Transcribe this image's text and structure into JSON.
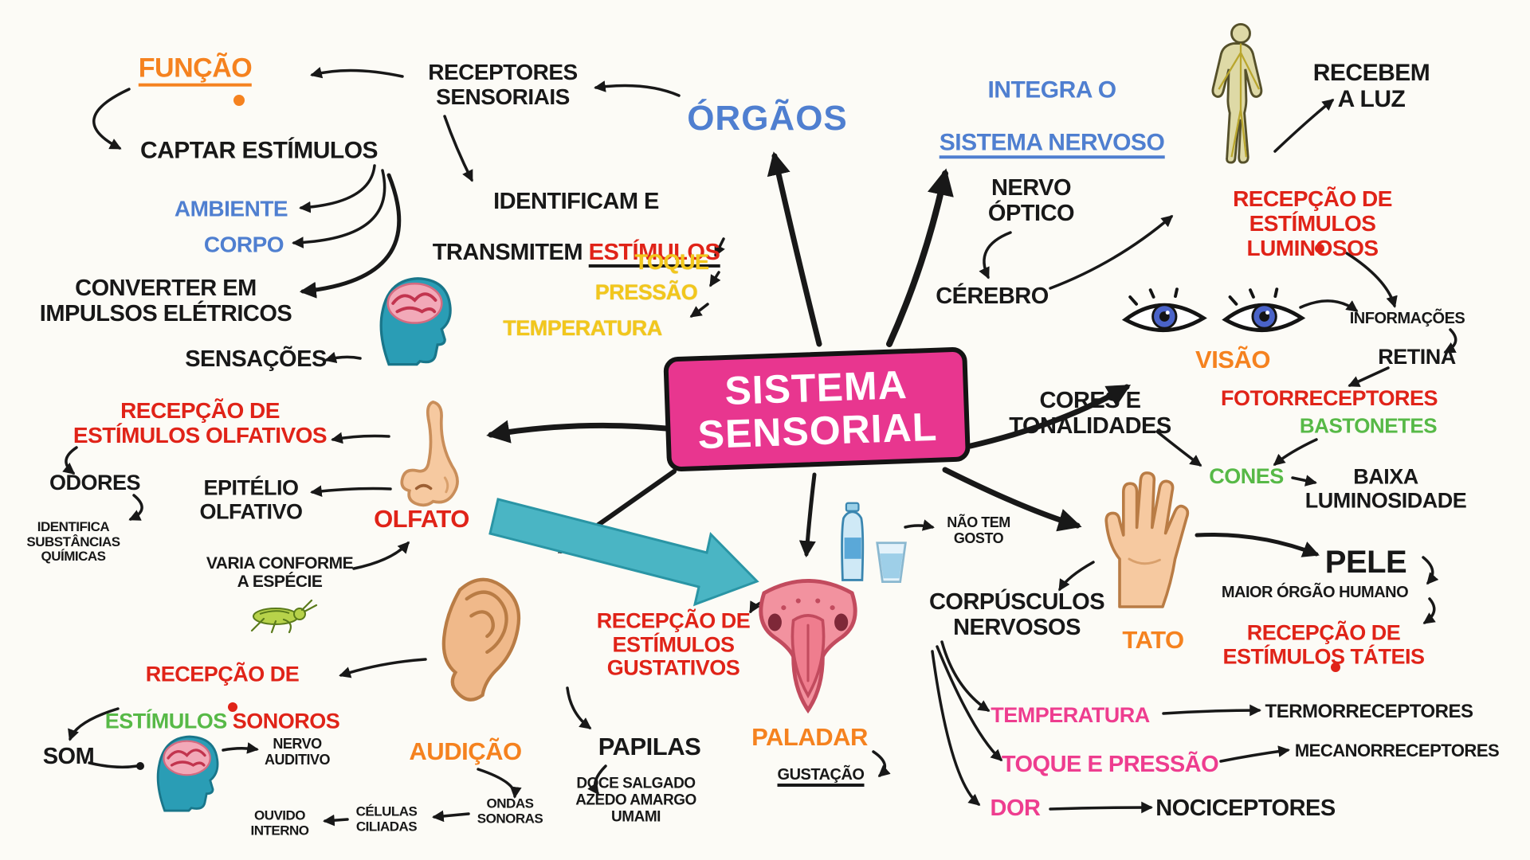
{
  "title": "SISTEMA\nSENSORIAL",
  "colors": {
    "red": "#e02318",
    "orange": "#f5821f",
    "blue": "#4f7fd0",
    "yellow": "#f2c71c",
    "green": "#57b947",
    "pink": "#ee3d8f",
    "title-bg": "#e8368f",
    "teal": "#4ab5c4",
    "ink": "#181818"
  },
  "nodes": {
    "funcao": "FUNÇÃO",
    "captar": "CAPTAR ESTÍMULOS",
    "receptores": "RECEPTORES\nSENSORIAIS",
    "orgaos": "ÓRGÃOS",
    "integra_line1": "INTEGRA O",
    "integra_line2": "SISTEMA NERVOSO",
    "recebem": "RECEBEM\nA LUZ",
    "ambiente": "AMBIENTE",
    "corpo": "CORPO",
    "identificam_line1": "IDENTIFICAM E",
    "identificam_line2": "TRANSMITEM",
    "identificam_estimulos": "ESTÍMULOS",
    "toque": "TOQUE",
    "pressao": "PRESSÃO",
    "temperatura": "TEMPERATURA",
    "converter": "CONVERTER EM\nIMPULSOS ELÉTRICOS",
    "sensacoes": "SENSAÇÕES",
    "nervo_optico": "NERVO\nÓPTICO",
    "cerebro": "CÉREBRO",
    "recepcao_luminosos": "RECEPÇÃO DE\nESTÍMULOS LUMINOSOS",
    "informacoes": "INFORMAÇÕES",
    "retina": "RETINA",
    "visao": "VISÃO",
    "fotorreceptores": "FOTORRECEPTORES",
    "bastonetes": "BASTONETES",
    "cones": "CONES",
    "baixa_luminosidade": "BAIXA\nLUMINOSIDADE",
    "cores_tonalidades": "CORES E\nTONALIDADES",
    "recepcao_olfativos": "RECEPÇÃO DE\nESTÍMULOS OLFATIVOS",
    "odores": "ODORES",
    "epitelio_olfativo": "EPITÉLIO\nOLFATIVO",
    "olfato": "OLFATO",
    "identifica_substancias": "IDENTIFICA\nSUBSTÂNCIAS\nQUÍMICAS",
    "varia_especie": "VARIA CONFORME\nA ESPÉCIE",
    "nao_tem_gosto": "NÃO TEM\nGOSTO",
    "corpusculos_nervosos": "CORPÚSCULOS\nNERVOSOS",
    "tato": "TATO",
    "pele": "PELE",
    "maior_orgao_humano": "MAIOR ÓRGÃO HUMANO",
    "recepcao_tateis": "RECEPÇÃO DE\nESTÍMULOS TÁTEIS",
    "recepcao_gustativos": "RECEPÇÃO DE\nESTÍMULOS\nGUSTATIVOS",
    "paladar": "PALADAR",
    "gustacao": "GUSTAÇÃO",
    "papilas": "PAPILAS",
    "sabores": "DOCE SALGADO\nAZEDO AMARGO\nUMAMI",
    "sonoros_line1": "RECEPÇÃO DE",
    "sonoros_estimulos": "ESTÍMULOS",
    "sonoros_sonoros": "SONOROS",
    "som": "SOM",
    "nervo_auditivo": "NERVO\nAUDITIVO",
    "audicao": "AUDIÇÃO",
    "ouvido_interno": "OUVIDO\nINTERNO",
    "celulas_ciliadas": "CÉLULAS\nCILIADAS",
    "ondas_sonoras": "ONDAS\nSONORAS",
    "temperatura_tato": "TEMPERATURA",
    "termorreceptores": "TERMORRECEPTORES",
    "toque_e_pressao": "TOQUE E PRESSÃO",
    "mecanorreceptores": "MECANORRECEPTORES",
    "dor": "DOR",
    "nociceptores": "NOCICEPTORES"
  },
  "icons": [
    "brain-head-icon",
    "nose-icon",
    "ear-icon",
    "eyes-icon",
    "human-body-nervous-system-icon",
    "tongue-mouth-icon",
    "hand-icon",
    "cricket-icon",
    "water-bottle-and-glass-icon",
    "brain-head-icon"
  ]
}
